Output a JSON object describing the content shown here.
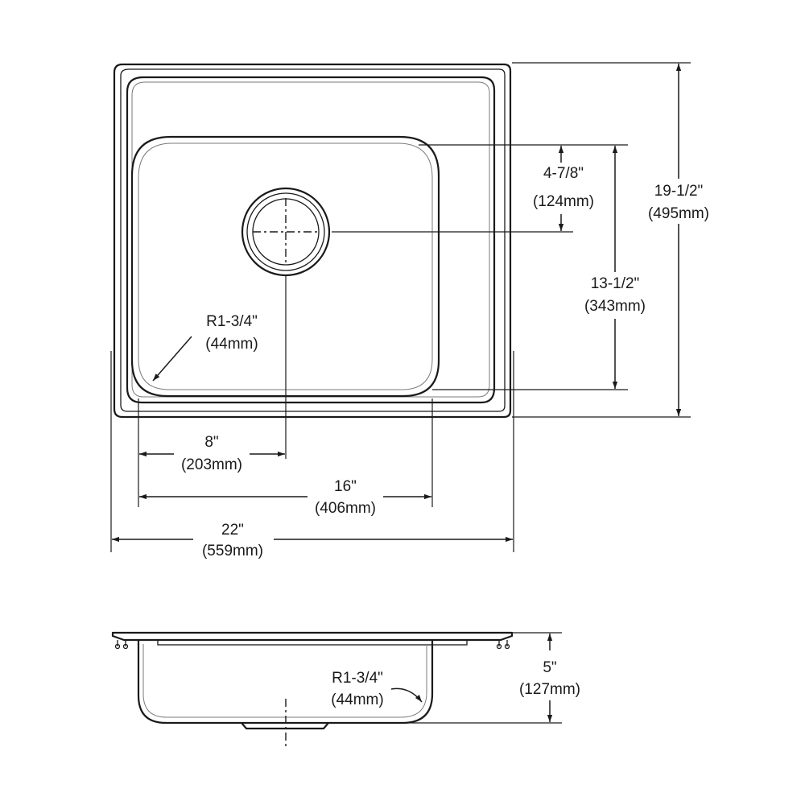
{
  "dimensions": {
    "overall_width": {
      "imperial": "22\"",
      "metric": "(559mm)"
    },
    "bowl_width": {
      "imperial": "16\"",
      "metric": "(406mm)"
    },
    "drain_offset_horizontal": {
      "imperial": "8\"",
      "metric": "(203mm)"
    },
    "overall_depth": {
      "imperial": "19-1/2\"",
      "metric": "(495mm)"
    },
    "bowl_length": {
      "imperial": "13-1/2\"",
      "metric": "(343mm)"
    },
    "drain_offset_vertical": {
      "imperial": "4-7/8\"",
      "metric": "(124mm)"
    },
    "corner_radius_plan": {
      "imperial": "R1-3/4\"",
      "metric": "(44mm)"
    },
    "corner_radius_section": {
      "imperial": "R1-3/4\"",
      "metric": "(44mm)"
    },
    "bowl_depth": {
      "imperial": "5\"",
      "metric": "(127mm)"
    }
  }
}
